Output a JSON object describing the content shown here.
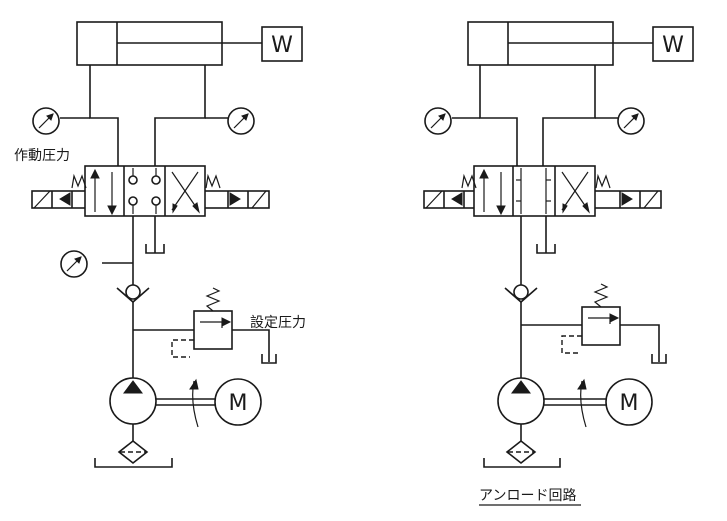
{
  "labels": {
    "working_pressure": "作動圧力",
    "set_pressure": "設定圧力",
    "unload_circuit": "アンロード回路",
    "load_left": "W",
    "load_right": "W",
    "motor_left": "M",
    "motor_right": "M"
  },
  "colors": {
    "line": "#1a1a1a",
    "background": "#ffffff"
  },
  "icons": {
    "gauge": "pressure-gauge-icon",
    "pump": "hydraulic-pump-icon",
    "motor": "electric-motor-icon",
    "check_valve": "check-valve-icon",
    "relief_valve": "relief-valve-icon",
    "spring": "spring-icon",
    "tank": "tank-icon",
    "filter": "strainer-icon",
    "directional_valve": "directional-valve-icon",
    "cylinder": "cylinder-icon"
  }
}
